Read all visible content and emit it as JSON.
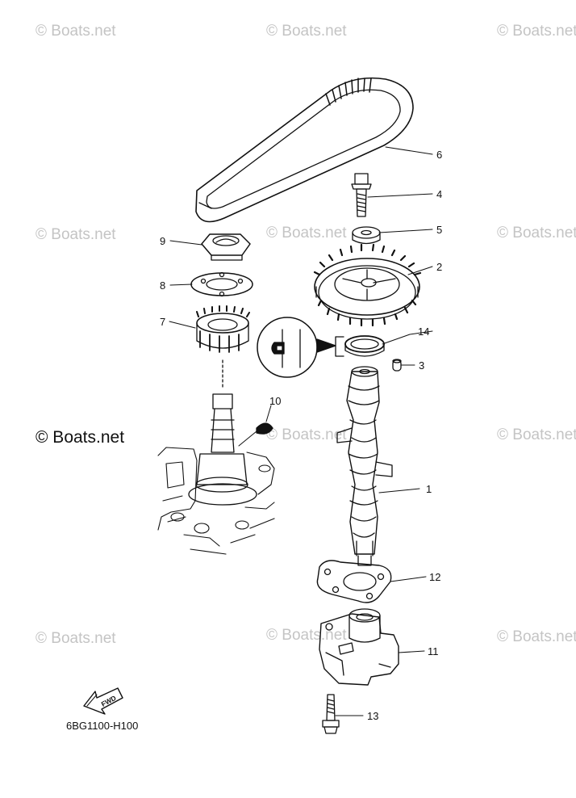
{
  "watermark_text": "© Boats.net",
  "brand_text": "© Boats.net",
  "diagram_code": "6BG1100-H100",
  "fwd_label": "FWD",
  "callouts": {
    "c1": "1",
    "c2": "2",
    "c3": "3",
    "c4": "4",
    "c5": "5",
    "c6": "6",
    "c7": "7",
    "c8": "8",
    "c9": "9",
    "c10": "10",
    "c11": "11",
    "c12": "12",
    "c13": "13",
    "c14": "14"
  }
}
